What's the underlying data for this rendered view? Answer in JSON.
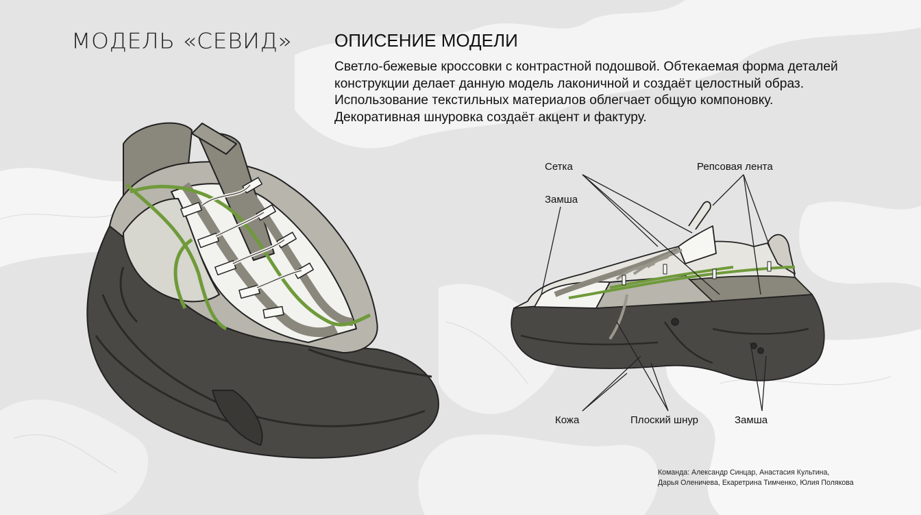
{
  "header": {
    "title": "МОДЕЛЬ «СЕВИД»",
    "description_heading": "ОПИСЕНИЕ МОДЕЛИ",
    "description_lines": [
      "Светло-бежевые кроссовки с контрастной подошвой. Обтекаемая форма деталей",
      "конструкции делает данную модель лаконичной и создаёт целостный образ.",
      "Использование текстильных материалов облегчает общую компоновку.",
      "Декоративная шнуровка создаёт акцент и фактуру."
    ]
  },
  "callouts": {
    "mesh": "Сетка",
    "grosgrain_ribbon": "Репсовая лента",
    "suede_top": "Замша",
    "leather": "Кожа",
    "flat_lace": "Плоский шнур",
    "suede_bottom": "Замша"
  },
  "credits": {
    "line1": "Команда: Александр Синцар, Анастасия Культина,",
    "line2": "Дарья Оленичева, Екаретрина Тимченко, Юлия Полякова"
  },
  "colors": {
    "background": "#e6e6e6",
    "sole": "#4a4844",
    "upper_grey": "#8a877c",
    "mesh": "#f2f2ef",
    "accent_green": "#6f9a3a"
  }
}
